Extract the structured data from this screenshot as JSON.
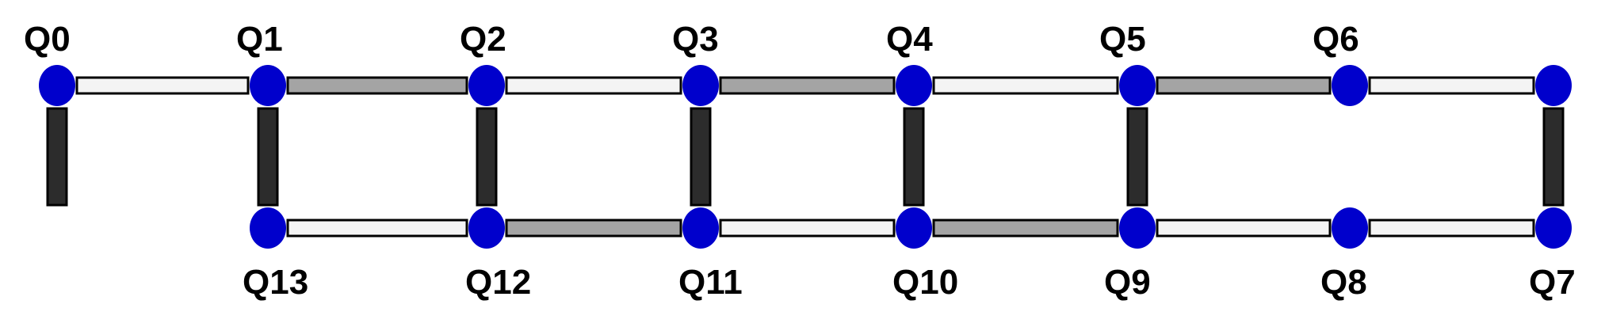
{
  "colors": {
    "qubit": "#0000cc",
    "coupler_white": "#f4f4f4",
    "coupler_gray": "#a4a4a4",
    "coupler_dark": "#2c2c2c",
    "outline": "#000000"
  },
  "qubits": [
    {
      "id": "q0",
      "label": "Q0"
    },
    {
      "id": "q1",
      "label": "Q1"
    },
    {
      "id": "q2",
      "label": "Q2"
    },
    {
      "id": "q3",
      "label": "Q3"
    },
    {
      "id": "q4",
      "label": "Q4"
    },
    {
      "id": "q5",
      "label": "Q5"
    },
    {
      "id": "q6",
      "label": "Q6"
    },
    {
      "id": "q7",
      "label": "Q7"
    },
    {
      "id": "q8",
      "label": "Q8"
    },
    {
      "id": "q9",
      "label": "Q9"
    },
    {
      "id": "q10",
      "label": "Q10"
    },
    {
      "id": "q11",
      "label": "Q11"
    },
    {
      "id": "q12",
      "label": "Q12"
    },
    {
      "id": "q13",
      "label": "Q13"
    }
  ],
  "couplers": [
    {
      "from": "q0",
      "to": "q1",
      "shade": "white"
    },
    {
      "from": "q1",
      "to": "q2",
      "shade": "gray"
    },
    {
      "from": "q2",
      "to": "q3",
      "shade": "white"
    },
    {
      "from": "q3",
      "to": "q4",
      "shade": "gray"
    },
    {
      "from": "q4",
      "to": "q5",
      "shade": "white"
    },
    {
      "from": "q5",
      "to": "q6",
      "shade": "gray"
    },
    {
      "from": "q6",
      "to": "q7",
      "shade": "white"
    },
    {
      "from": "q13",
      "to": "q12",
      "shade": "white"
    },
    {
      "from": "q12",
      "to": "q11",
      "shade": "gray"
    },
    {
      "from": "q11",
      "to": "q10",
      "shade": "white"
    },
    {
      "from": "q10",
      "to": "q9",
      "shade": "gray"
    },
    {
      "from": "q9",
      "to": "q8",
      "shade": "white"
    },
    {
      "from": "q8",
      "to": "q7",
      "shade": "white"
    },
    {
      "from": "q0",
      "to": "q13",
      "shade": "dark"
    },
    {
      "from": "q1",
      "to": "q12",
      "shade": "dark"
    },
    {
      "from": "q2",
      "to": "q11",
      "shade": "dark"
    },
    {
      "from": "q3",
      "to": "q10",
      "shade": "dark"
    },
    {
      "from": "q4",
      "to": "q9",
      "shade": "dark"
    },
    {
      "from": "q5",
      "to": "q8",
      "shade": "dark"
    },
    {
      "from": "q6",
      "to": "q7",
      "shade": "dark"
    }
  ]
}
